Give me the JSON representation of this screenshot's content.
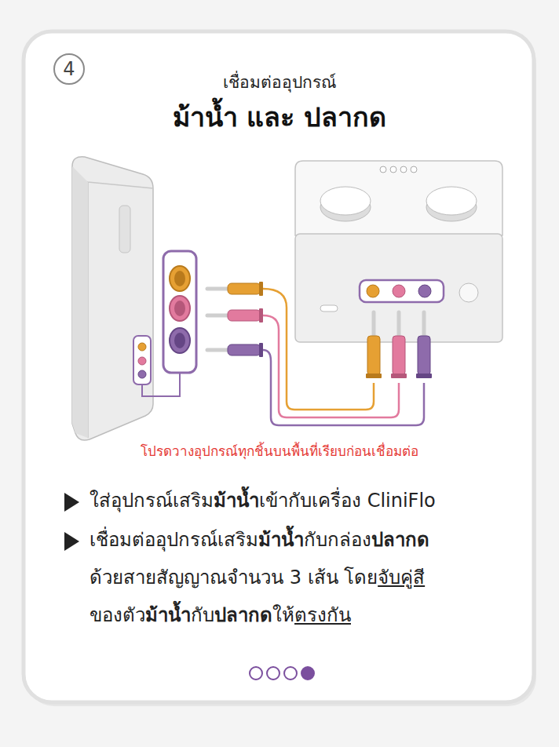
{
  "diagram": {
    "title": "ม้าน้ำ และ ปลากด",
    "nodes": [
      {
        "text": [
          "4"
        ]
      }
    ],
    "labels": [
      "เชื่อมต่ออุปกรณ์",
      "โปรดวางอุปกรณ์ทุกชิ้นบนพื้นที่เรียบก่อนเชื่อมต่อ",
      "ใส่อุปกรณ์เสริม",
      "ม้าน้ำ",
      "เข้ากับเครื่อง CliniFlo",
      "เชื่อมต่ออุปกรณ์เสริม",
      "ม้าน้ำ",
      "กับกล่อง",
      "ปลากด",
      "ด้วยสายสัญญาณจำนวน 3 เส้น โดย",
      "จับคู่สี",
      "ของตัว",
      "ม้าน้ำ",
      "กับ",
      "ปลากด",
      "ให้",
      "ตรงกัน"
    ]
  }
}
